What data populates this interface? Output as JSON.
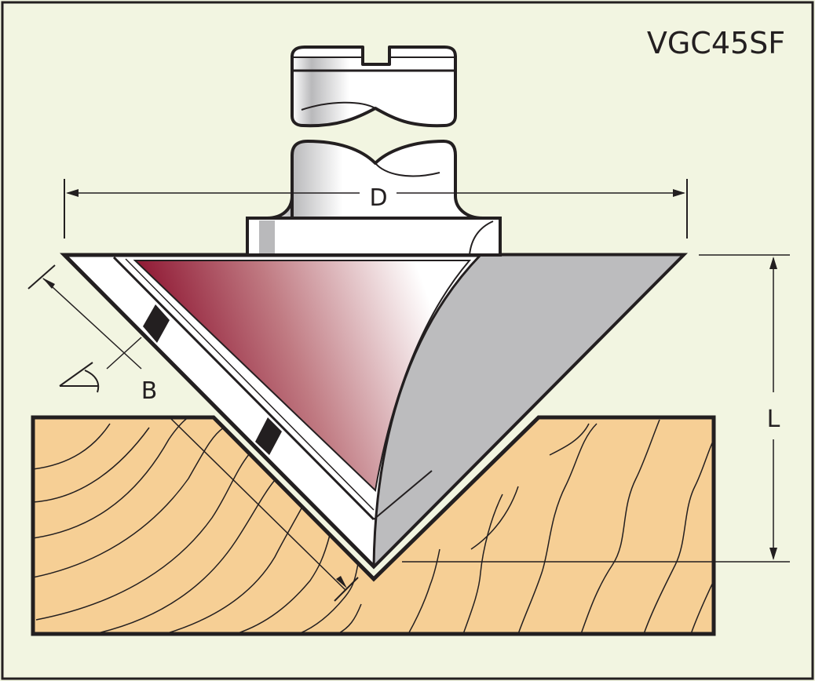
{
  "title": "VGC45SF",
  "labels": {
    "diameter": "D",
    "length": "L",
    "bevel": "B"
  },
  "colors": {
    "background": "#f2f5e1",
    "wood": "#f6cf95",
    "cutter_red": "#8e1632",
    "cutter_grey": "#bcbcbe",
    "outline": "#231f20"
  }
}
